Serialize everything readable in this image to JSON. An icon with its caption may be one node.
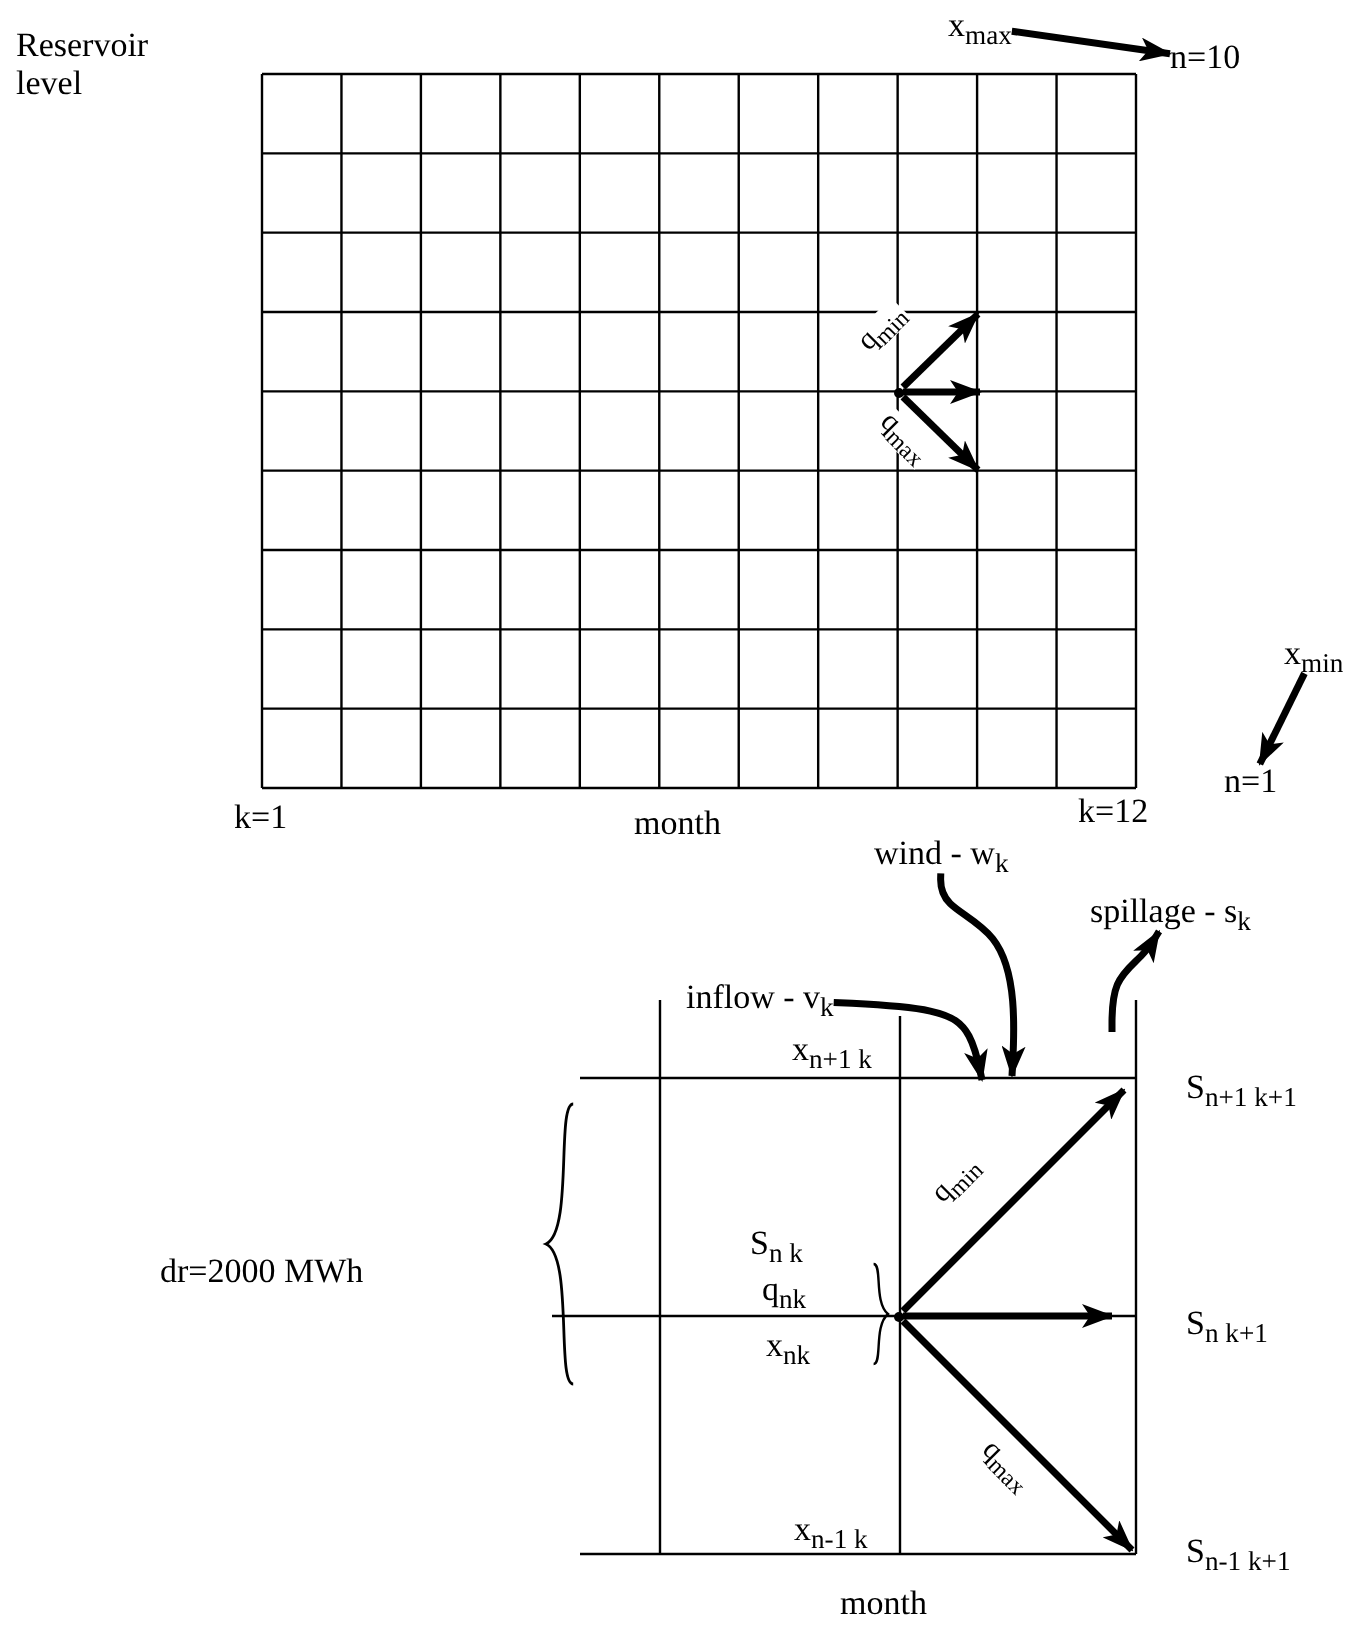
{
  "diagram": {
    "nodes": [
      {
        "text": [
          "x$_{max}$"
        ]
      },
      {
        "text": [
          "n=10"
        ]
      },
      {
        "text": [
          "x$_{min}$"
        ]
      },
      {
        "text": [
          "n=1"
        ]
      },
      {
        "text": [],
        "shape": "circle"
      },
      {
        "text": [
          "wind - w$_{k}$"
        ]
      },
      {
        "text": [
          "spillage - s$_{k}$"
        ]
      },
      {
        "text": [
          "inflow - v$_{k}$"
        ]
      },
      {
        "text": [],
        "shape": "circle"
      }
    ],
    "edges": [
      {
        "from": 0,
        "to": 1,
        "arrow": "to"
      },
      {
        "from": 2,
        "to": 3,
        "arrow": "to"
      },
      {
        "from": 4,
        "to": null,
        "arrow": "to",
        "label": "q$_{min}$"
      },
      {
        "from": 4,
        "to": null,
        "arrow": "to"
      },
      {
        "from": 4,
        "to": null,
        "arrow": "to",
        "label": "q$_{max}$"
      },
      {
        "from": 5,
        "to": null,
        "arrow": "to"
      },
      {
        "from": 7,
        "to": null,
        "arrow": "to"
      },
      {
        "from": null,
        "to": 6,
        "arrow": "to"
      },
      {
        "from": 8,
        "to": null,
        "arrow": "to",
        "label": "q$_{min}$"
      },
      {
        "from": 8,
        "to": null,
        "arrow": "to"
      },
      {
        "from": 8,
        "to": null,
        "arrow": "to",
        "label": "q$_{max}$"
      }
    ],
    "labels": [
      "Reservoir level",
      "k=1",
      "month",
      "k=12",
      "dr=2000 MWh",
      "x$_{n+1 k}$",
      "S$_{n+1 k+1}$",
      "S$_{n k}$",
      "q$_{nk}$",
      "S$_{n k+1}$",
      "x$_{nk}$",
      "x$_{n-1 k}$",
      "S$_{n-1 k+1}$",
      "month"
    ]
  }
}
